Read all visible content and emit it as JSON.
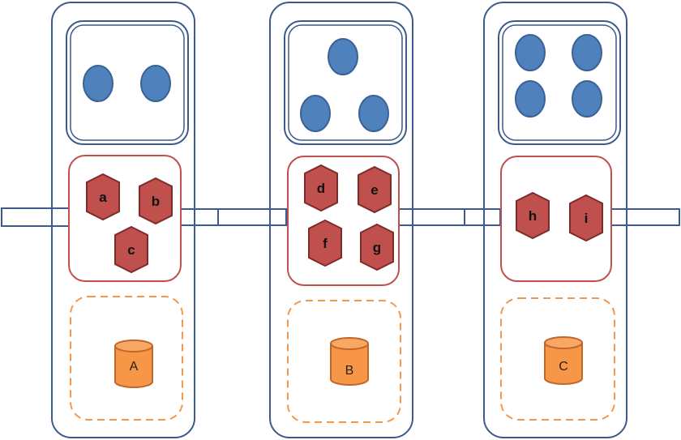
{
  "colors": {
    "column_border": "#3c5a8c",
    "top_box_border": "#3c5a8c",
    "circle_fill": "#4f81bd",
    "circle_stroke": "#3a6296",
    "middle_box_border": "#c0504d",
    "hex_fill": "#c0504d",
    "hex_stroke": "#7f2b29",
    "bottom_box_border": "#f79646",
    "db_fill": "#f79646",
    "db_stroke": "#c0672a",
    "connector_border": "#3c5a8c"
  },
  "columns": [
    {
      "id": "column-1",
      "circle_count": 2,
      "hex_labels": [
        "a",
        "b",
        "c"
      ],
      "db_label": "A"
    },
    {
      "id": "column-2",
      "circle_count": 3,
      "hex_labels": [
        "d",
        "e",
        "f",
        "g"
      ],
      "db_label": "B"
    },
    {
      "id": "column-3",
      "circle_count": 4,
      "hex_labels": [
        "h",
        "i"
      ],
      "db_label": "C"
    }
  ]
}
